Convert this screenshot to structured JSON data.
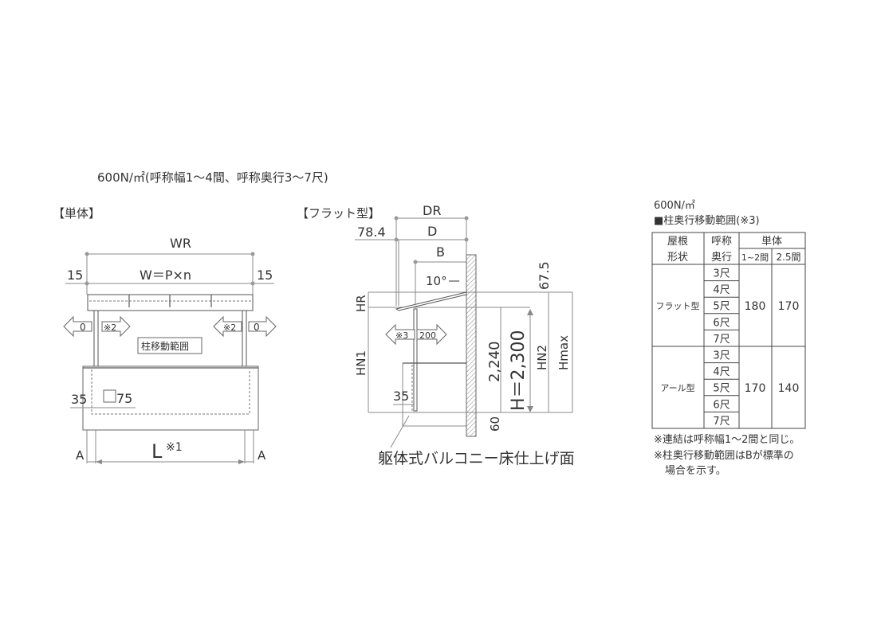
{
  "title": "600N/㎡(呼称幅1～4間、呼称奥行3～7尺)",
  "left": {
    "heading": "【単体】",
    "wr": "WR",
    "side_left": "15",
    "w_formula": "W＝P×n",
    "side_right": "15",
    "arrow_out_left": "0",
    "arrow_in_left": "※2",
    "arrow_in_right": "※2",
    "arrow_out_right": "0",
    "post_range_label": "柱移動範囲",
    "dim_35": "35",
    "post_size": "75",
    "l_label": "L",
    "l_note": "※1",
    "a_left": "A",
    "a_right": "A"
  },
  "middle": {
    "heading": "【フラット型】",
    "dr": "DR",
    "offset": "78.4",
    "d": "D",
    "b": "B",
    "angle": "10°",
    "dim_675": "67.5",
    "hr": "HR",
    "hn1": "HN1",
    "arrow_left": "※3",
    "arrow_right": "200",
    "dim_35": "35",
    "dim_2240": "2,240",
    "h_value": "H＝2,300",
    "hn2": "HN2",
    "hmax": "Hmax",
    "dim_60": "60",
    "floor_label": "躯体式バルコニー床仕上げ面"
  },
  "table": {
    "load": "600N/㎡",
    "title": "■柱奥行移動範囲(※3)",
    "headers": {
      "roof_shape": [
        "屋根",
        "形状"
      ],
      "depth": [
        "呼称",
        "奥行"
      ],
      "single": "単体",
      "col1": "1~2間",
      "col2": "2.5間"
    },
    "groups": [
      {
        "shape": "フラット型",
        "depths": [
          "3尺",
          "4尺",
          "5尺",
          "6尺",
          "7尺"
        ],
        "v1": "180",
        "v2": "170"
      },
      {
        "shape": "アール型",
        "depths": [
          "3尺",
          "4尺",
          "5尺",
          "6尺",
          "7尺"
        ],
        "v1": "170",
        "v2": "140"
      }
    ],
    "notes": [
      "※連結は呼称幅1～2間と同じ。",
      "※柱奥行移動範囲はBが標準の",
      "場合を示す。"
    ]
  }
}
